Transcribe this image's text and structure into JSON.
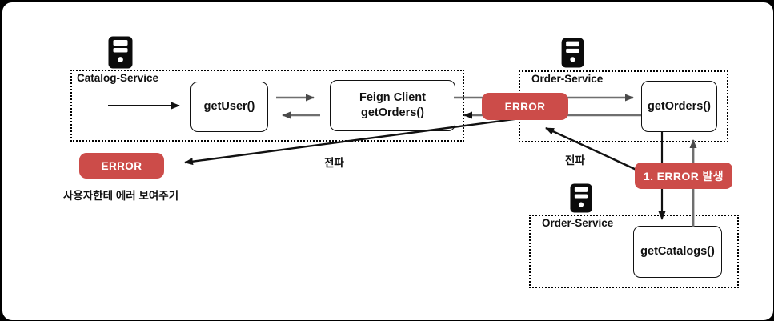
{
  "colors": {
    "badge_red": "#CC4C49",
    "arrow_gray": "#6f6f6f",
    "arrow_black": "#111111"
  },
  "groups": {
    "catalog_service": {
      "label": "Catalog-Service"
    },
    "order_service_top": {
      "label": "Order-Service"
    },
    "order_service_bottom": {
      "label": "Order-Service"
    }
  },
  "nodes": {
    "get_user": {
      "label": "getUser()"
    },
    "feign_client": {
      "line1": "Feign Client",
      "line2": "getOrders()"
    },
    "get_orders": {
      "label": "getOrders()"
    },
    "get_catalogs": {
      "label": "getCatalogs()"
    }
  },
  "badges": {
    "error_mid": {
      "label": "ERROR"
    },
    "error_left": {
      "label": "ERROR"
    },
    "error_origin": {
      "label": "1. ERROR 발생"
    }
  },
  "labels": {
    "propagate_left": "전파",
    "propagate_right": "전파",
    "show_user_error": "사용자한테 에러 보여주기"
  },
  "icons": {
    "server": "server-icon"
  }
}
